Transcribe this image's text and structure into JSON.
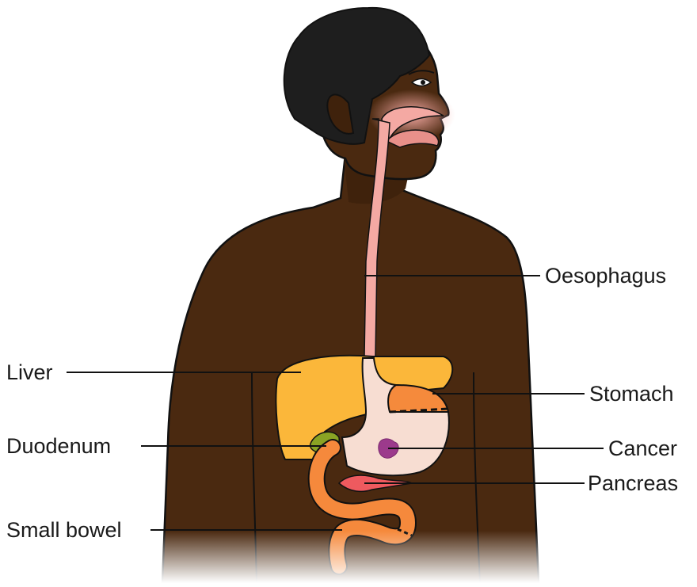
{
  "labels": {
    "oesophagus": "Oesophagus",
    "liver": "Liver",
    "stomach": "Stomach",
    "duodenum": "Duodenum",
    "cancer": "Cancer",
    "pancreas": "Pancreas",
    "small_bowel": "Small bowel"
  },
  "colors": {
    "skin": "#4a2910",
    "skin_dark": "#2e180a",
    "hair": "#1e1e1e",
    "oesophagus": "#f4a9a3",
    "liver": "#fbb73a",
    "stomach": "#f7ddd2",
    "stomach_top": "#f58a3c",
    "pancreas": "#ee5a5f",
    "duodenum": "#f5893c",
    "gallbladder": "#8aa324",
    "tumour": "#9c3a8c",
    "outline": "#111111"
  }
}
